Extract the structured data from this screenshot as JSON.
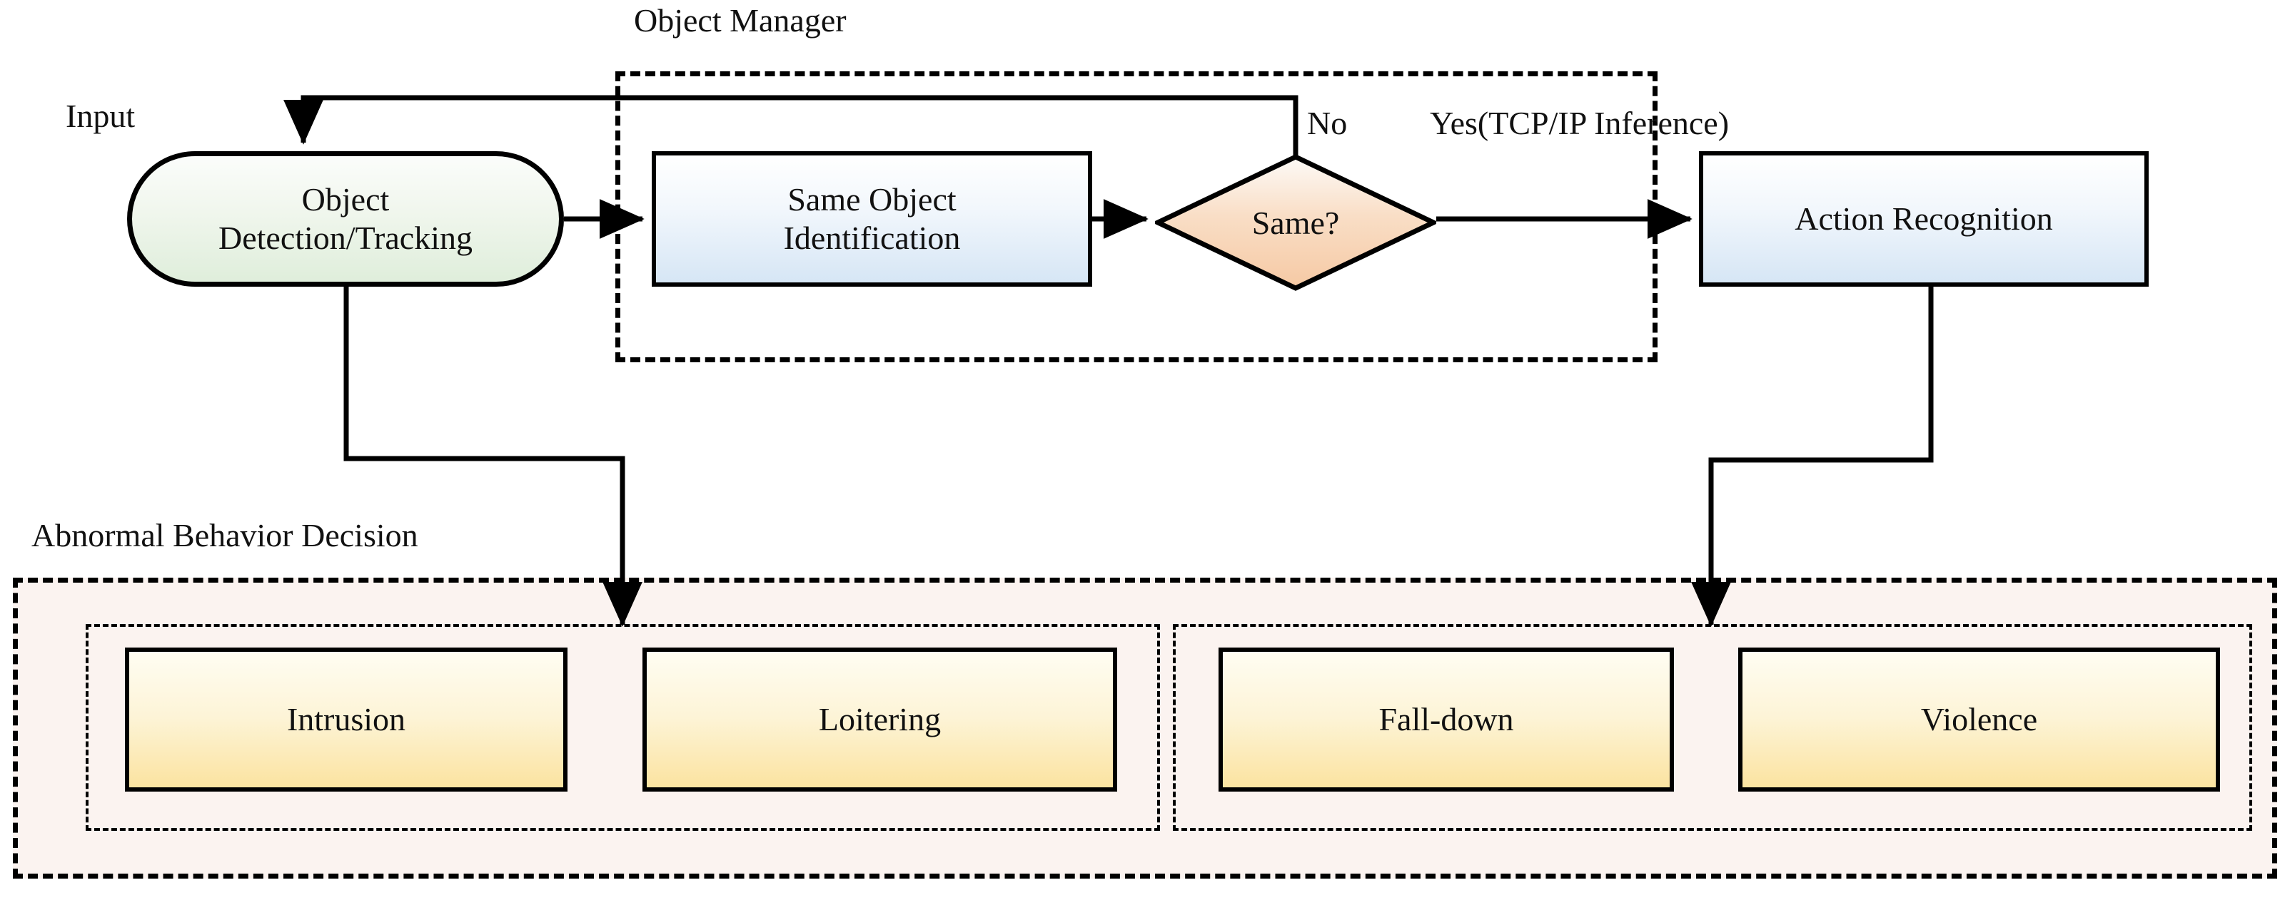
{
  "diagram": {
    "title_labels": {
      "object_manager": "Object Manager",
      "input": "Input",
      "abnormal_behavior_decision": "Abnormal Behavior Decision"
    },
    "nodes": {
      "object_detection_tracking": "Object\nDetection/Tracking",
      "same_object_identification": "Same Object\nIdentification",
      "decision_same": "Same?",
      "action_recognition": "Action Recognition"
    },
    "edge_labels": {
      "no": "No",
      "yes": "Yes(TCP/IP Inference)"
    },
    "outcomes": [
      {
        "label": "Intrusion"
      },
      {
        "label": "Loitering"
      },
      {
        "label": "Fall-down"
      },
      {
        "label": "Violence"
      }
    ],
    "colors": {
      "stroke": "#000000",
      "detection_fill": "#dfeedb",
      "process_fill": "#d6e6f5",
      "decision_fill": "#f7cfae",
      "outcome_fill": "#fbe3a0",
      "panel_fill": "#fbf3f0",
      "background": "#ffffff"
    }
  }
}
